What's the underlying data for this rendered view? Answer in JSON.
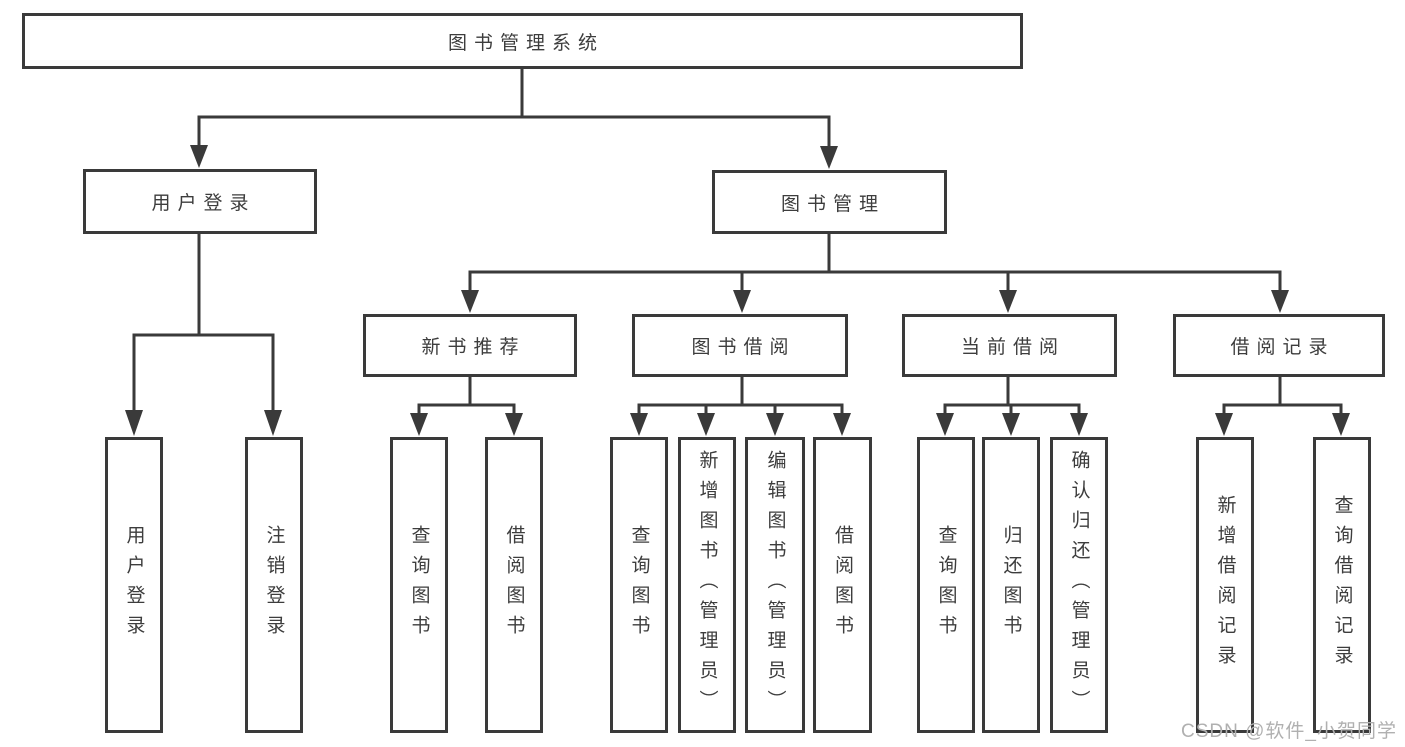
{
  "diagram": {
    "root": {
      "label": "图书管理系统"
    },
    "user_login": {
      "label": "用户登录",
      "children": [
        {
          "label": "用户登录"
        },
        {
          "label": "注销登录"
        }
      ]
    },
    "book_management": {
      "label": "图书管理",
      "sections": [
        {
          "label": "新书推荐",
          "children": [
            {
              "label": "查询图书"
            },
            {
              "label": "借阅图书"
            }
          ]
        },
        {
          "label": "图书借阅",
          "children": [
            {
              "label": "查询图书"
            },
            {
              "label": "新增图书（管理员）"
            },
            {
              "label": "编辑图书（管理员）"
            },
            {
              "label": "借阅图书"
            }
          ]
        },
        {
          "label": "当前借阅",
          "children": [
            {
              "label": "查询图书"
            },
            {
              "label": "归还图书"
            },
            {
              "label": "确认归还（管理员）"
            }
          ]
        },
        {
          "label": "借阅记录",
          "children": [
            {
              "label": "新增借阅记录"
            },
            {
              "label": "查询借阅记录"
            }
          ]
        }
      ]
    }
  },
  "watermark": {
    "text": "CSDN @软件_小贺同学"
  },
  "colors": {
    "line": "#3a3a3a",
    "text": "#3d3d3d",
    "watermark": "#b0b0b0",
    "background": "#ffffff"
  }
}
